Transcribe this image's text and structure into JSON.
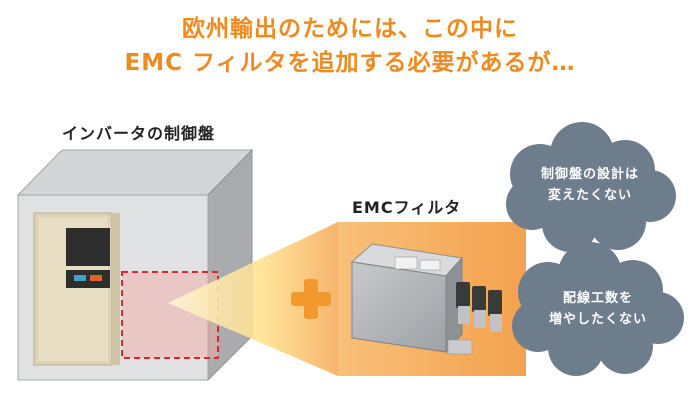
{
  "headline": {
    "line1": "欧州輸出のためには、この中に",
    "line2": "EMC フィルタを追加する必要があるが…"
  },
  "cabinet": {
    "label": "インバータの制御盤"
  },
  "filter": {
    "label": "EMCフィルタ"
  },
  "clouds": [
    {
      "line1": "制御盤の設計は",
      "line2": "変えたくない"
    },
    {
      "line1": "配線工数を",
      "line2": "増やしたくない"
    }
  ],
  "colors": {
    "headline": "#ef8a1e",
    "plus": "#f29a2e",
    "cloud": "#6e7d8c",
    "dashed_box": "#e0262a",
    "filter_panel": "#f6b066"
  }
}
